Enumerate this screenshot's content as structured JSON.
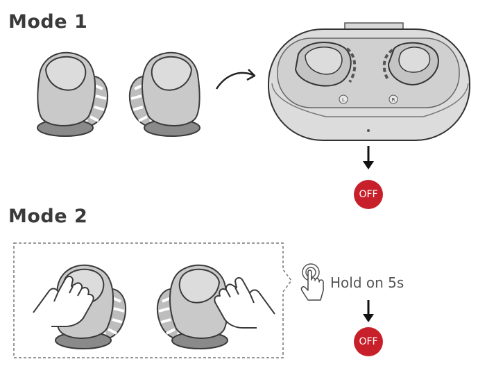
{
  "mode1": {
    "title": "Mode 1",
    "status": "OFF",
    "case_labels": {
      "left": "L",
      "right": "R"
    }
  },
  "mode2": {
    "title": "Mode 2",
    "instruction": "Hold on 5s",
    "status": "OFF"
  },
  "colors": {
    "off_badge": "#c8202a",
    "earbud_fill": "#c9c9c9",
    "outline": "#3a3a3a"
  }
}
